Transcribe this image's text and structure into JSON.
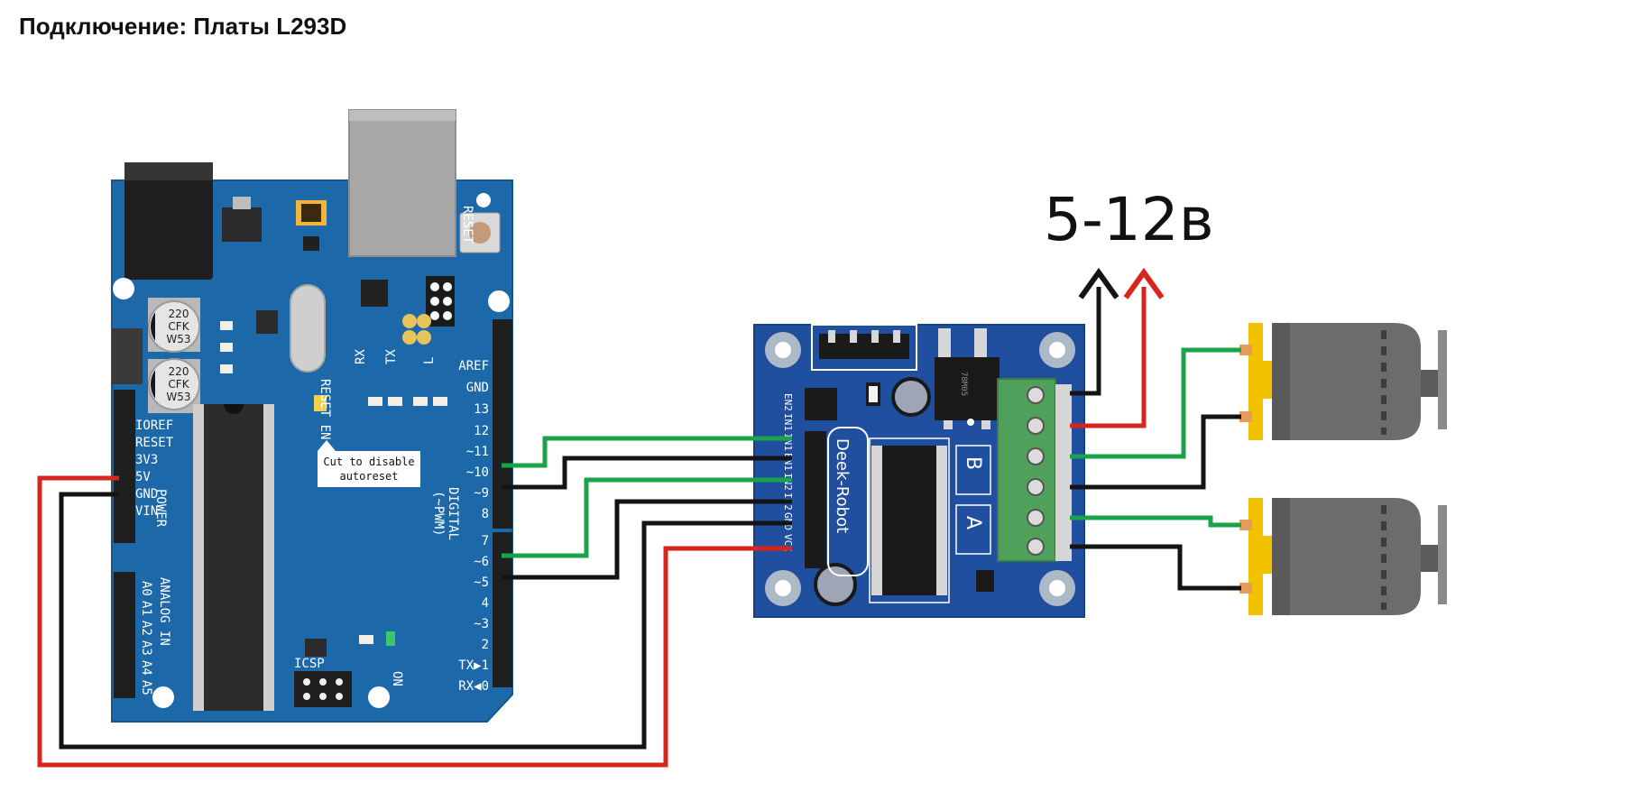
{
  "title": "Подключение: Платы L293D",
  "supply": {
    "label": "5-12в"
  },
  "arduino": {
    "cap1": [
      "220",
      "CFK",
      "W53"
    ],
    "cap2": [
      "220",
      "CFK",
      "W53"
    ],
    "autoreset_note": [
      "Cut to disable",
      "autoreset"
    ],
    "tx_label": "TX",
    "rx_label": "RX",
    "l_label": "L",
    "power_pins": [
      "IOREF",
      "RESET",
      "3V3",
      "5V",
      "GND",
      "VIN"
    ],
    "power_label": "POWER",
    "analog_pins": [
      "A0",
      "A1",
      "A2",
      "A3",
      "A4",
      "A5"
    ],
    "analog_label": "ANALOG IN",
    "digital_pins": [
      "AREF",
      "GND",
      "13",
      "12",
      "~11",
      "~10",
      "~9",
      "8",
      "7",
      "~6",
      "~5",
      "4",
      "~3",
      "2",
      "TX▶1",
      "RX◀0"
    ],
    "digital_label": "DIGITAL",
    "pwm_label": "(~PWM)",
    "icsp_label": "ICSP",
    "on_label": "ON",
    "reset_label": "RESET",
    "ioref_hint": "RESET EN"
  },
  "driver": {
    "brand": "Deek-Robot",
    "input_pins": [
      "EN2",
      "IN1",
      "IN1",
      "EN1",
      "IN2",
      "IN2",
      "GND",
      "VCC"
    ],
    "channel_a": "A",
    "channel_b": "B",
    "regulator": "78M05"
  },
  "colors": {
    "board_arduino": "#1d68a8",
    "board_driver": "#1f4f9e",
    "wire_green": "#1aa34a",
    "wire_black": "#141414",
    "wire_red": "#d8261d",
    "motor_body": "#6c6c6c",
    "motor_cap": "#f2c100",
    "terminal": "#4fa05a"
  },
  "icons": {
    "arrow_black": "arrow-up-icon",
    "arrow_red": "arrow-up-icon",
    "motor": "dc-motor-icon"
  }
}
